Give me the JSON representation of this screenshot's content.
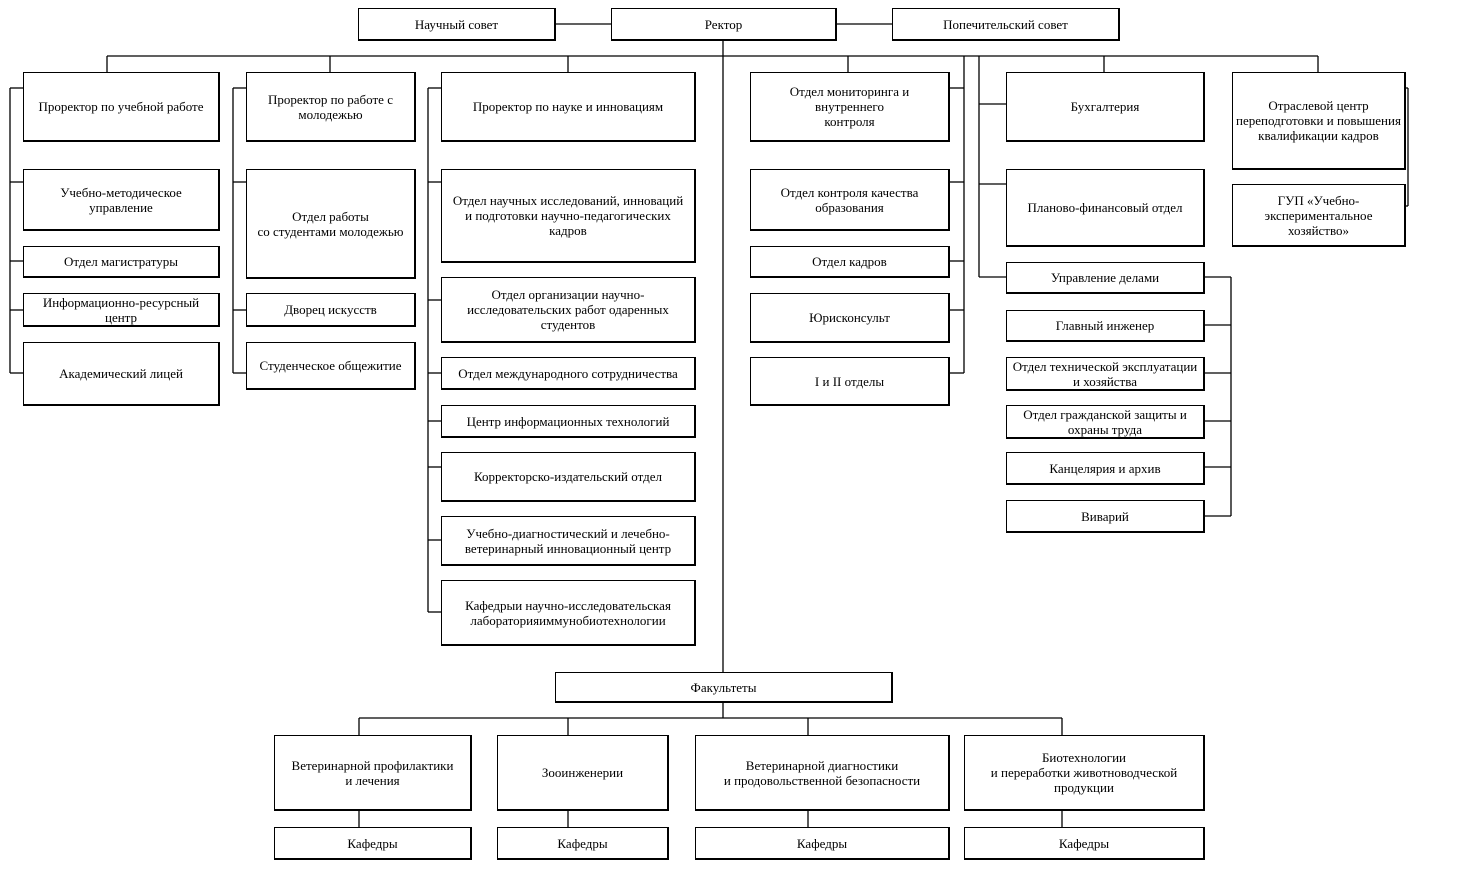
{
  "nodes": {
    "council": "Научный совет",
    "rector": "Ректор",
    "trustees": "Попечительский совет",
    "vp_edu": "Проректор по учебной работе",
    "edu_method": "Учебно-методическое управление",
    "magistr": "Отдел магистратуры",
    "info_res": "Информационно-ресурсный\nцентр",
    "lyceum": "Академический лицей",
    "vp_youth": "Проректор по работе с\nмолодежью",
    "student_dept": "Отдел работы\nсо студентами молодежью",
    "palace": "Дворец искусств",
    "dorm": "Студенческое общежитие",
    "vp_sci": "Проректор по науке и инновациям",
    "sci_research": "Отдел научных исследований, инноваций\nи подготовки научно-педагогических кадров",
    "gifted": "Отдел организации научно-\nисследовательских работ одаренных\nстудентов",
    "intl": "Отдел международного сотрудничества",
    "it_center": "Центр информационных технологий",
    "publishing": "Корректорско-издательский отдел",
    "diag_center": "Учебно-диагностический и лечебно-\nветеринарный инновационный центр",
    "chairs_lab": "Кафедрыи научно-исследовательская\nлабораторияиммунобиотехнологии",
    "monitoring": "Отдел мониторинга и внутреннего\nконтроля",
    "quality": "Отдел контроля качества\nобразования",
    "hr": "Отдел кадров",
    "legal": "Юрисконсульт",
    "depts12": "I и II отделы",
    "accounting": "Бухгалтерия",
    "planning": "Планово-финансовый отдел",
    "affairs": "Управление делами",
    "engineer": "Главный инженер",
    "maintenance": "Отдел технической эксплуатации\nи хозяйства",
    "civil_def": "Отдел гражданской защиты и\nохраны труда",
    "chancellery": "Канцелярия и архив",
    "vivarium": "Виварий",
    "retraining": "Отраслевой центр\nпереподготовки и повышения\nквалификации кадров",
    "farm": "ГУП «Учебно-\nэкспериментальное\nхозяйство»",
    "faculties": "Факультеты",
    "fac_vet_prev": "Ветеринарной профилактики\nи лечения",
    "fac_zoo": "Зооинженерии",
    "fac_vet_diag": "Ветеринарной диагностики\nи продовольственной безопасности",
    "fac_biotech": "Биотехнологии\nи переработки животноводческой\nпродукции",
    "chairs_1": "Кафедры",
    "chairs_2": "Кафедры",
    "chairs_3": "Кафедры",
    "chairs_4": "Кафедры"
  }
}
